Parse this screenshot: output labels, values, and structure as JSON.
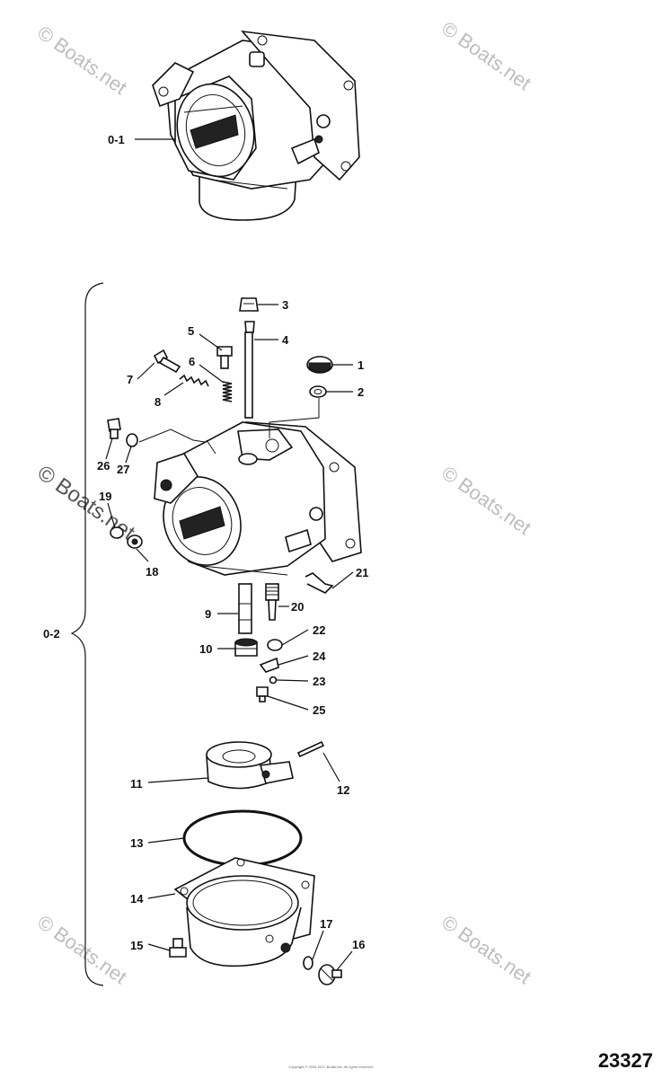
{
  "watermark": "© Boats.net",
  "diagram_number": "23327",
  "copyright": "Copyright © 2004-2017 Boats.net. All rights reserved.",
  "assembly_labels": [
    "0-1",
    "0-2"
  ],
  "callouts": [
    "1",
    "2",
    "3",
    "4",
    "5",
    "6",
    "7",
    "8",
    "9",
    "10",
    "11",
    "12",
    "13",
    "14",
    "15",
    "16",
    "17",
    "18",
    "19",
    "20",
    "21",
    "22",
    "23",
    "24",
    "25",
    "26",
    "27"
  ]
}
